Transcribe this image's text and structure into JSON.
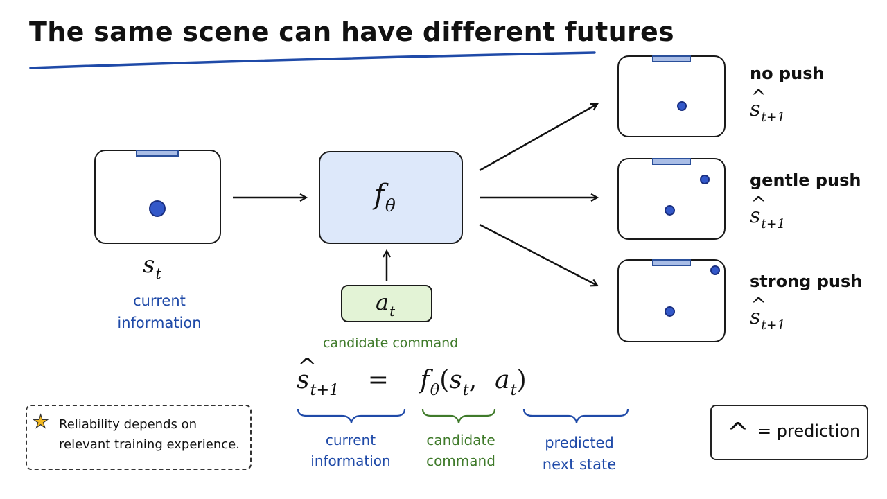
{
  "title": "The same scene can have different futures",
  "state_label": {
    "base": "s",
    "sub": "t"
  },
  "current_information_label": "current information",
  "model_label": {
    "base": "f",
    "sub": "θ"
  },
  "action_label": {
    "base": "a",
    "sub": "t"
  },
  "candidate_command_label": "candidate command",
  "outcomes": [
    {
      "label": "no push",
      "symbol": {
        "base": "s",
        "sub": "t+1"
      }
    },
    {
      "label": "gentle push",
      "symbol": {
        "base": "s",
        "sub": "t+1"
      }
    },
    {
      "label": "strong push",
      "symbol": {
        "base": "s",
        "sub": "t+1"
      }
    }
  ],
  "equation": {
    "lhs_base": "s",
    "lhs_sub": "t+1",
    "equals": "=",
    "f_base": "f",
    "f_sub": "θ",
    "open": "(",
    "arg1_base": "s",
    "arg1_sub": "t",
    "comma": ",",
    "arg2_base": "a",
    "arg2_sub": "t",
    "close": ")"
  },
  "brace_labels": {
    "current": "current information",
    "candidate": "candidate command",
    "predicted": "predicted next state"
  },
  "note": {
    "icon": "star-icon",
    "text": "Reliability depends on relevant training experience."
  },
  "legend": {
    "symbol": "^",
    "text": "= prediction"
  },
  "colors": {
    "accent_blue": "#1f4aa8",
    "accent_green": "#3f7a2a",
    "model_fill": "#dde8fa",
    "action_fill": "#e3f3d6"
  }
}
